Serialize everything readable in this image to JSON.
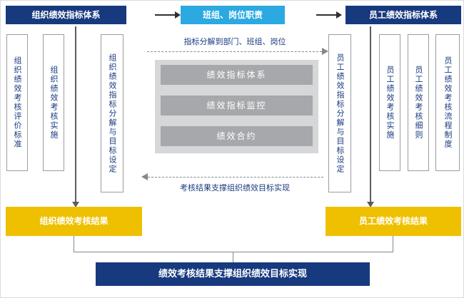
{
  "colors": {
    "navy": "#17397E",
    "light_blue": "#2BA9E0",
    "gold": "#EFC000",
    "gray_bar": "#A6A8AB",
    "gray_panel": "#D6D7D9"
  },
  "top": {
    "org_system": "组织绩效指标体系",
    "team_duty": "班组、岗位职责",
    "emp_system": "员工绩效指标体系"
  },
  "left_columns": [
    "组织绩效考核评价标准",
    "组织绩效考核实施",
    "组织绩效指标分解与目标设定"
  ],
  "right_columns": [
    "员工绩效指标分解与目标设定",
    "员工绩效考核实施",
    "员工绩效考核细则",
    "员工绩效考核流程制度"
  ],
  "center": {
    "decompose_label": "指标分解到部门、班组、岗位",
    "bars": [
      "绩效指标体系",
      "绩效指标监控",
      "绩效合约"
    ],
    "support_label": "考核结果支撑组织绩效目标实现"
  },
  "results": {
    "org": "组织绩效考核结果",
    "emp": "员工绩效考核结果"
  },
  "final_label": "绩效考核结果支撑组织绩效目标实现"
}
